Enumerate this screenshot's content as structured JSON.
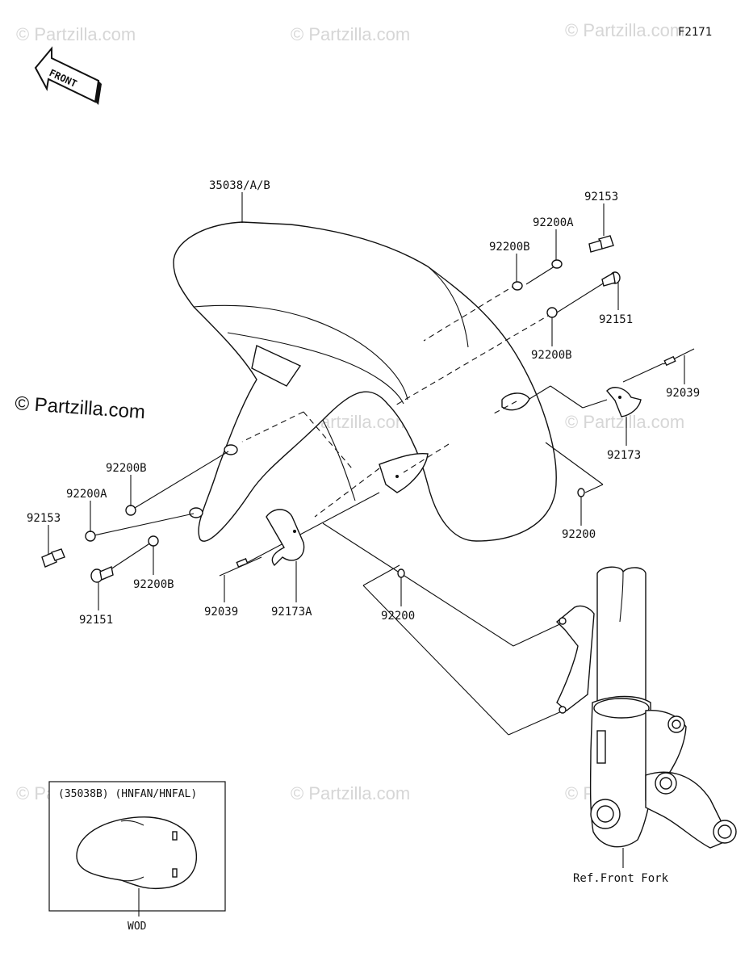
{
  "diagram_code": "F2171",
  "front_arrow": "FRONT",
  "watermark": "© Partzilla.com",
  "watermark_main": "© Partzilla.com",
  "labels": {
    "fender": "35038/A/B",
    "bolt_stud_r": "92153",
    "washer_a_r": "92200A",
    "washer_b_r_top": "92200B",
    "bolt_r": "92151",
    "washer_b_r_bottom": "92200B",
    "pin_r": "92039",
    "clamp_r": "92173",
    "washer_r": "92200",
    "washer_b_l_top": "92200B",
    "washer_a_l": "92200A",
    "bolt_stud_l": "92153",
    "washer_b_l_bottom": "92200B",
    "bolt_l": "92151",
    "pin_l": "92039",
    "clamp_l": "92173A",
    "washer_l": "92200",
    "fork_ref": "Ref.Front Fork"
  },
  "inset": {
    "title": "(35038B) (HNFAN/HNFAL)",
    "caption": "WOD"
  }
}
